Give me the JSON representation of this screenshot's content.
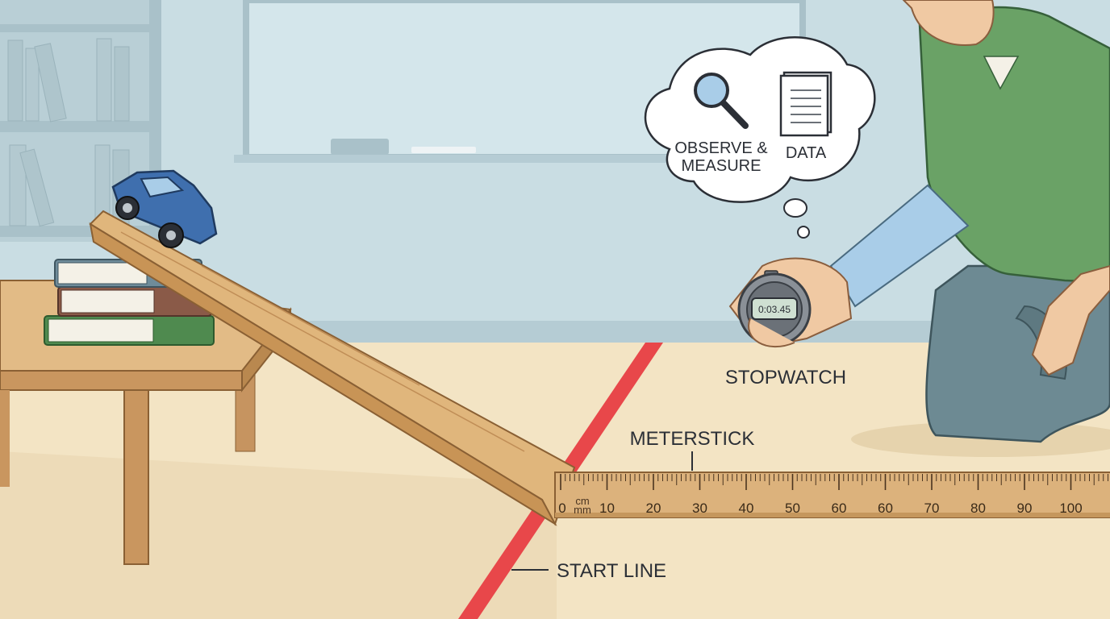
{
  "thought_bubble": {
    "observe_label_line1": "OBSERVE &",
    "observe_label_line2": "MEASURE",
    "data_label": "DATA"
  },
  "labels": {
    "stopwatch": "STOPWATCH",
    "meterstick": "METERSTICK",
    "start_line": "START LINE"
  },
  "stopwatch_display": "0:03.45",
  "meterstick": {
    "unit_cm": "cm",
    "unit_mm": "mm",
    "ticks": [
      "0",
      "10",
      "20",
      "30",
      "40",
      "50",
      "60",
      "60",
      "70",
      "80",
      "90",
      "100"
    ]
  },
  "colors": {
    "wall": "#c9dde3",
    "floor": "#f3e4c4",
    "start_line": "#e8474a",
    "car": "#3f6fae",
    "shirt": "#6aa266",
    "pants": "#6d8a93",
    "ramp": "#dcb27c",
    "meterstick": "#dcb27c"
  },
  "icons": [
    "magnifier-icon",
    "notebook-icon"
  ]
}
